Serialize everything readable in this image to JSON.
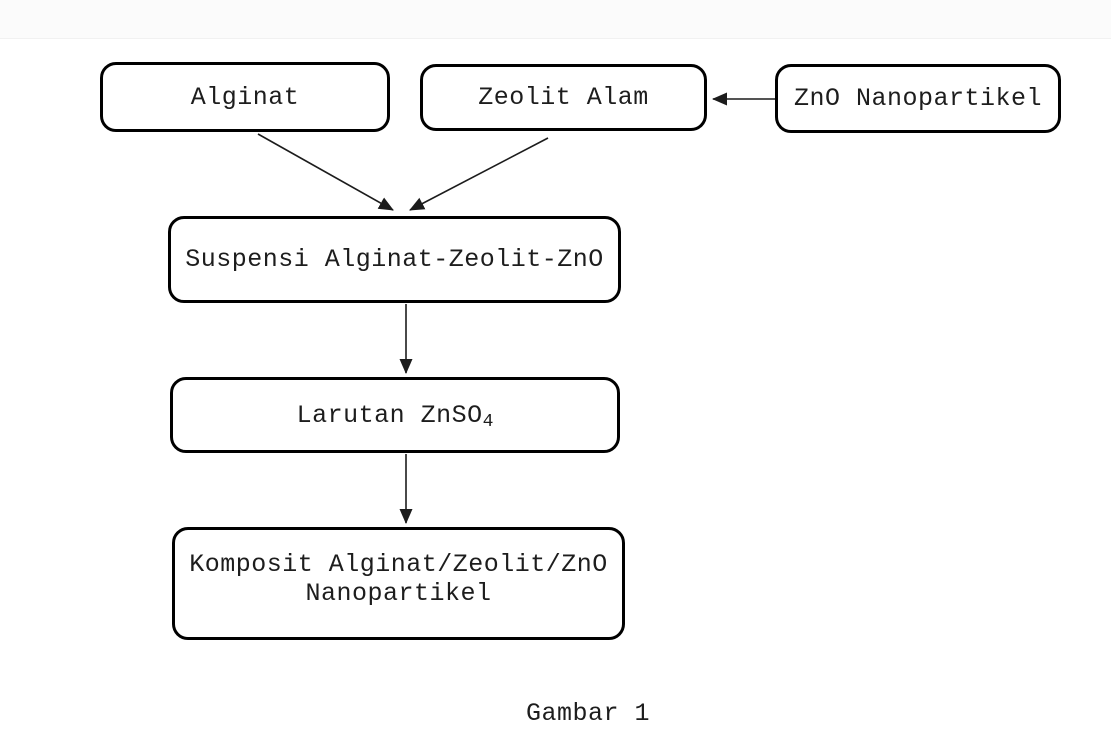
{
  "figure": {
    "caption": "Gambar 1"
  },
  "flowchart": {
    "nodes": {
      "alginat": {
        "label": "Alginat"
      },
      "zeolit": {
        "label": "Zeolit Alam"
      },
      "zno": {
        "label": "ZnO Nanopartikel"
      },
      "suspensi": {
        "label": "Suspensi Alginat-Zeolit-ZnO"
      },
      "larutan": {
        "label_main": "Larutan ZnSO",
        "label_sub": "4"
      },
      "komposit": {
        "line1": "Komposit Alginat/Zeolit/ZnO",
        "line2": "Nanopartikel"
      }
    },
    "edges": [
      {
        "from": "zno",
        "to": "zeolit"
      },
      {
        "from": "alginat",
        "to": "suspensi"
      },
      {
        "from": "zeolit",
        "to": "suspensi"
      },
      {
        "from": "suspensi",
        "to": "larutan"
      },
      {
        "from": "larutan",
        "to": "komposit"
      }
    ],
    "colors": {
      "box_border": "#000000",
      "box_fill": "#ffffff",
      "arrow": "#1c1c1c",
      "text": "#1d1d1d",
      "top_band": "#fbfbfb"
    }
  }
}
